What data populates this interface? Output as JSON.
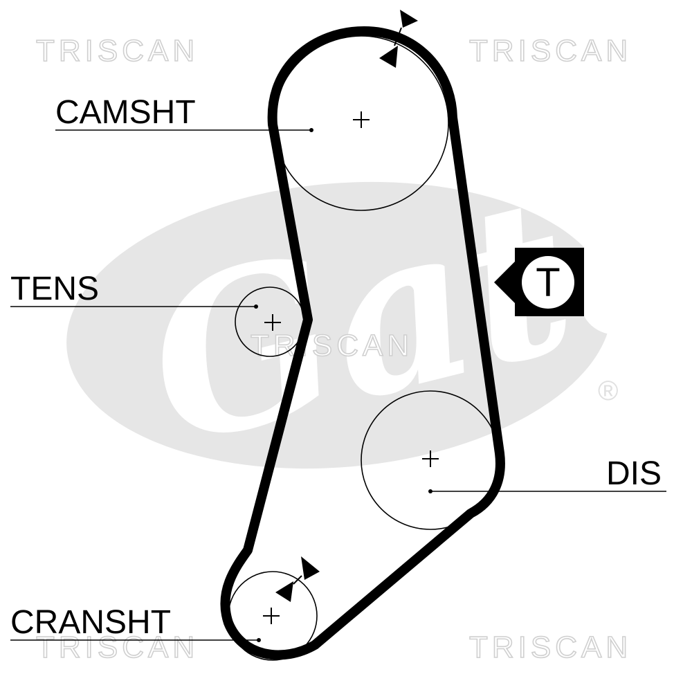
{
  "watermarks": {
    "top_left": "TRISCAN",
    "top_right": "TRISCAN",
    "center": "TRISCAN",
    "bottom_left": "TRISCAN",
    "bottom_right": "TRISCAN"
  },
  "background_logo": {
    "text": "Gates",
    "registered_mark": "®",
    "color": "#e6e6e6"
  },
  "labels": {
    "camshaft": "CAMSHT",
    "tensioner": "TENS",
    "distributor": "DIS",
    "crankshaft": "CRANSHT"
  },
  "tension_badge": {
    "letter": "T"
  },
  "colors": {
    "belt": "#000000",
    "line": "#000000",
    "watermark": "#cfcfcf",
    "logo": "#e6e6e6",
    "background": "#ffffff"
  }
}
